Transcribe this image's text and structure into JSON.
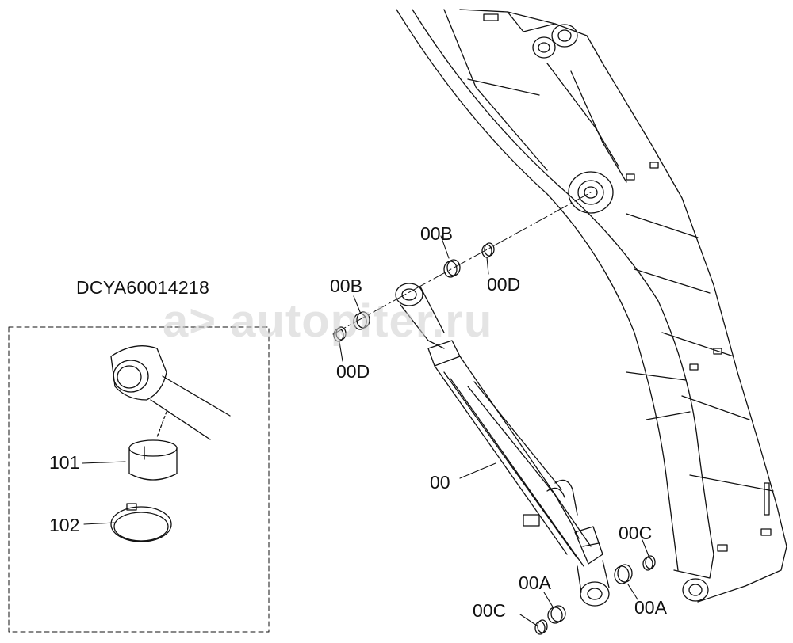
{
  "diagram": {
    "kit_code": "DCYA60014218",
    "watermark": "a> autopiter.ru",
    "callouts": {
      "c00": "00",
      "c00A_left": "00A",
      "c00A_right": "00A",
      "c00B_top": "00B",
      "c00B_left": "00B",
      "c00C_right": "00C",
      "c00C_left": "00C",
      "c00D_right": "00D",
      "c00D_left": "00D",
      "c101": "101",
      "c102": "102"
    },
    "colors": {
      "line": "#111111",
      "watermark": "#cfcfcf",
      "background": "#ffffff"
    }
  }
}
